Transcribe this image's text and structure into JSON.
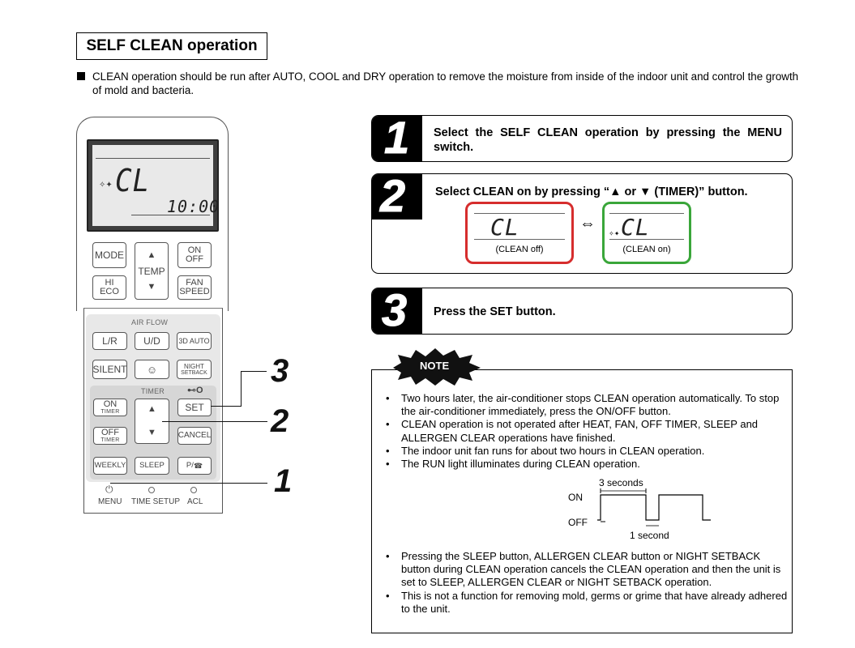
{
  "title": "SELF CLEAN operation",
  "intro": "CLEAN operation should be run after AUTO, COOL and DRY operation to remove the moisture from inside of the indoor unit and control the growth of mold and bacteria.",
  "remote": {
    "lcd_mode": "CL",
    "lcd_time": "10:00",
    "buttons": {
      "mode": "MODE",
      "temp": "TEMP",
      "on_off_1": "ON",
      "on_off_2": "OFF",
      "hi": "HI",
      "eco": "ECO",
      "fan": "FAN",
      "speed": "SPEED",
      "airflow": "AIR FLOW",
      "lr": "L/R",
      "ud": "U/D",
      "auto3d": "3D AUTO",
      "silent": "SILENT",
      "night": "NIGHT",
      "setback": "SETBACK",
      "timer": "TIMER",
      "on_timer": "ON",
      "off_timer": "OFF",
      "timer_small": "TIMER",
      "set": "SET",
      "cancel": "CANCEL",
      "weekly": "WEEKLY",
      "sleep": "SLEEP",
      "p": "P/"
    },
    "bottom": {
      "menu": "MENU",
      "time_setup": "TIME SETUP",
      "acl": "ACL"
    }
  },
  "callouts": {
    "c3": "3",
    "c2": "2",
    "c1": "1"
  },
  "steps": [
    {
      "num": "1",
      "text": "Select the SELF CLEAN operation by pressing the MENU switch."
    },
    {
      "num": "2",
      "text": "Select CLEAN on by pressing “▲ or ▼ (TIMER)” button.",
      "off_label": "(CLEAN off)",
      "on_label": "(CLEAN on)",
      "mini_lcd": "CL",
      "arrow": "⇔"
    },
    {
      "num": "3",
      "text": "Press the SET button."
    }
  ],
  "note": {
    "badge": "NOTE",
    "items": [
      "Two hours later, the air-conditioner stops CLEAN operation automatically. To stop the air-conditioner immediately, press the ON/OFF button.",
      "CLEAN operation is not operated after HEAT, FAN, OFF TIMER, SLEEP and ALLERGEN CLEAR operations have finished.",
      "The indoor unit fan runs for about two hours in CLEAN operation.",
      "The RUN light illuminates during CLEAN operation."
    ],
    "timing": {
      "on": "ON",
      "off": "OFF",
      "three_sec": "3 seconds",
      "one_sec": "1 second"
    },
    "items2": [
      "Pressing the SLEEP button, ALLERGEN CLEAR button or NIGHT SETBACK button during CLEAN operation cancels the CLEAN operation and then the unit is set to SLEEP, ALLERGEN CLEAR or NIGHT SETBACK operation.",
      "This is not a function for removing mold, germs or grime that have already adhered to the unit."
    ]
  }
}
